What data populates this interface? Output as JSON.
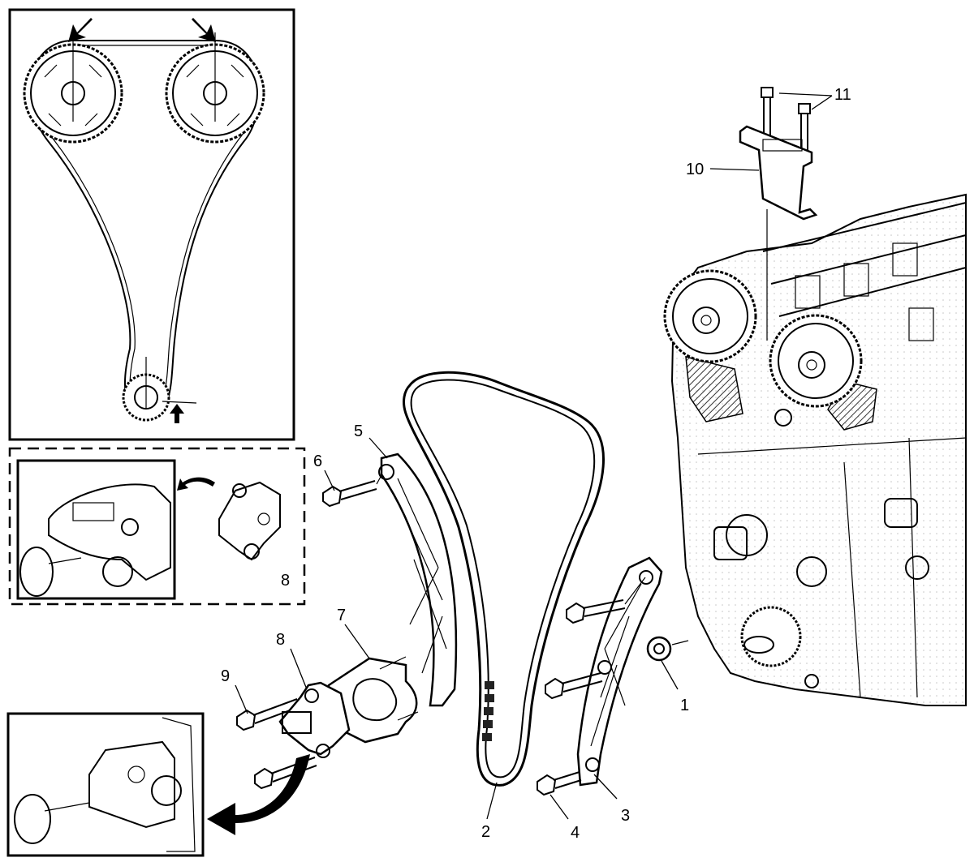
{
  "callouts": {
    "c1": "1",
    "c2": "2",
    "c3": "3",
    "c4": "4",
    "c5": "5",
    "c6": "6",
    "c7": "7",
    "c8_detail": "8",
    "c8_main": "8",
    "c9": "9",
    "c10": "10",
    "c11": "11"
  },
  "colors": {
    "line": "#000000",
    "background": "#ffffff",
    "hatch": "#333333"
  },
  "icons": {
    "timing_mark_arrows": "down-left-arrow-icon",
    "crank_mark_arrow": "up-arrow-icon",
    "removal_arrow": "curved-arrow-icon"
  }
}
